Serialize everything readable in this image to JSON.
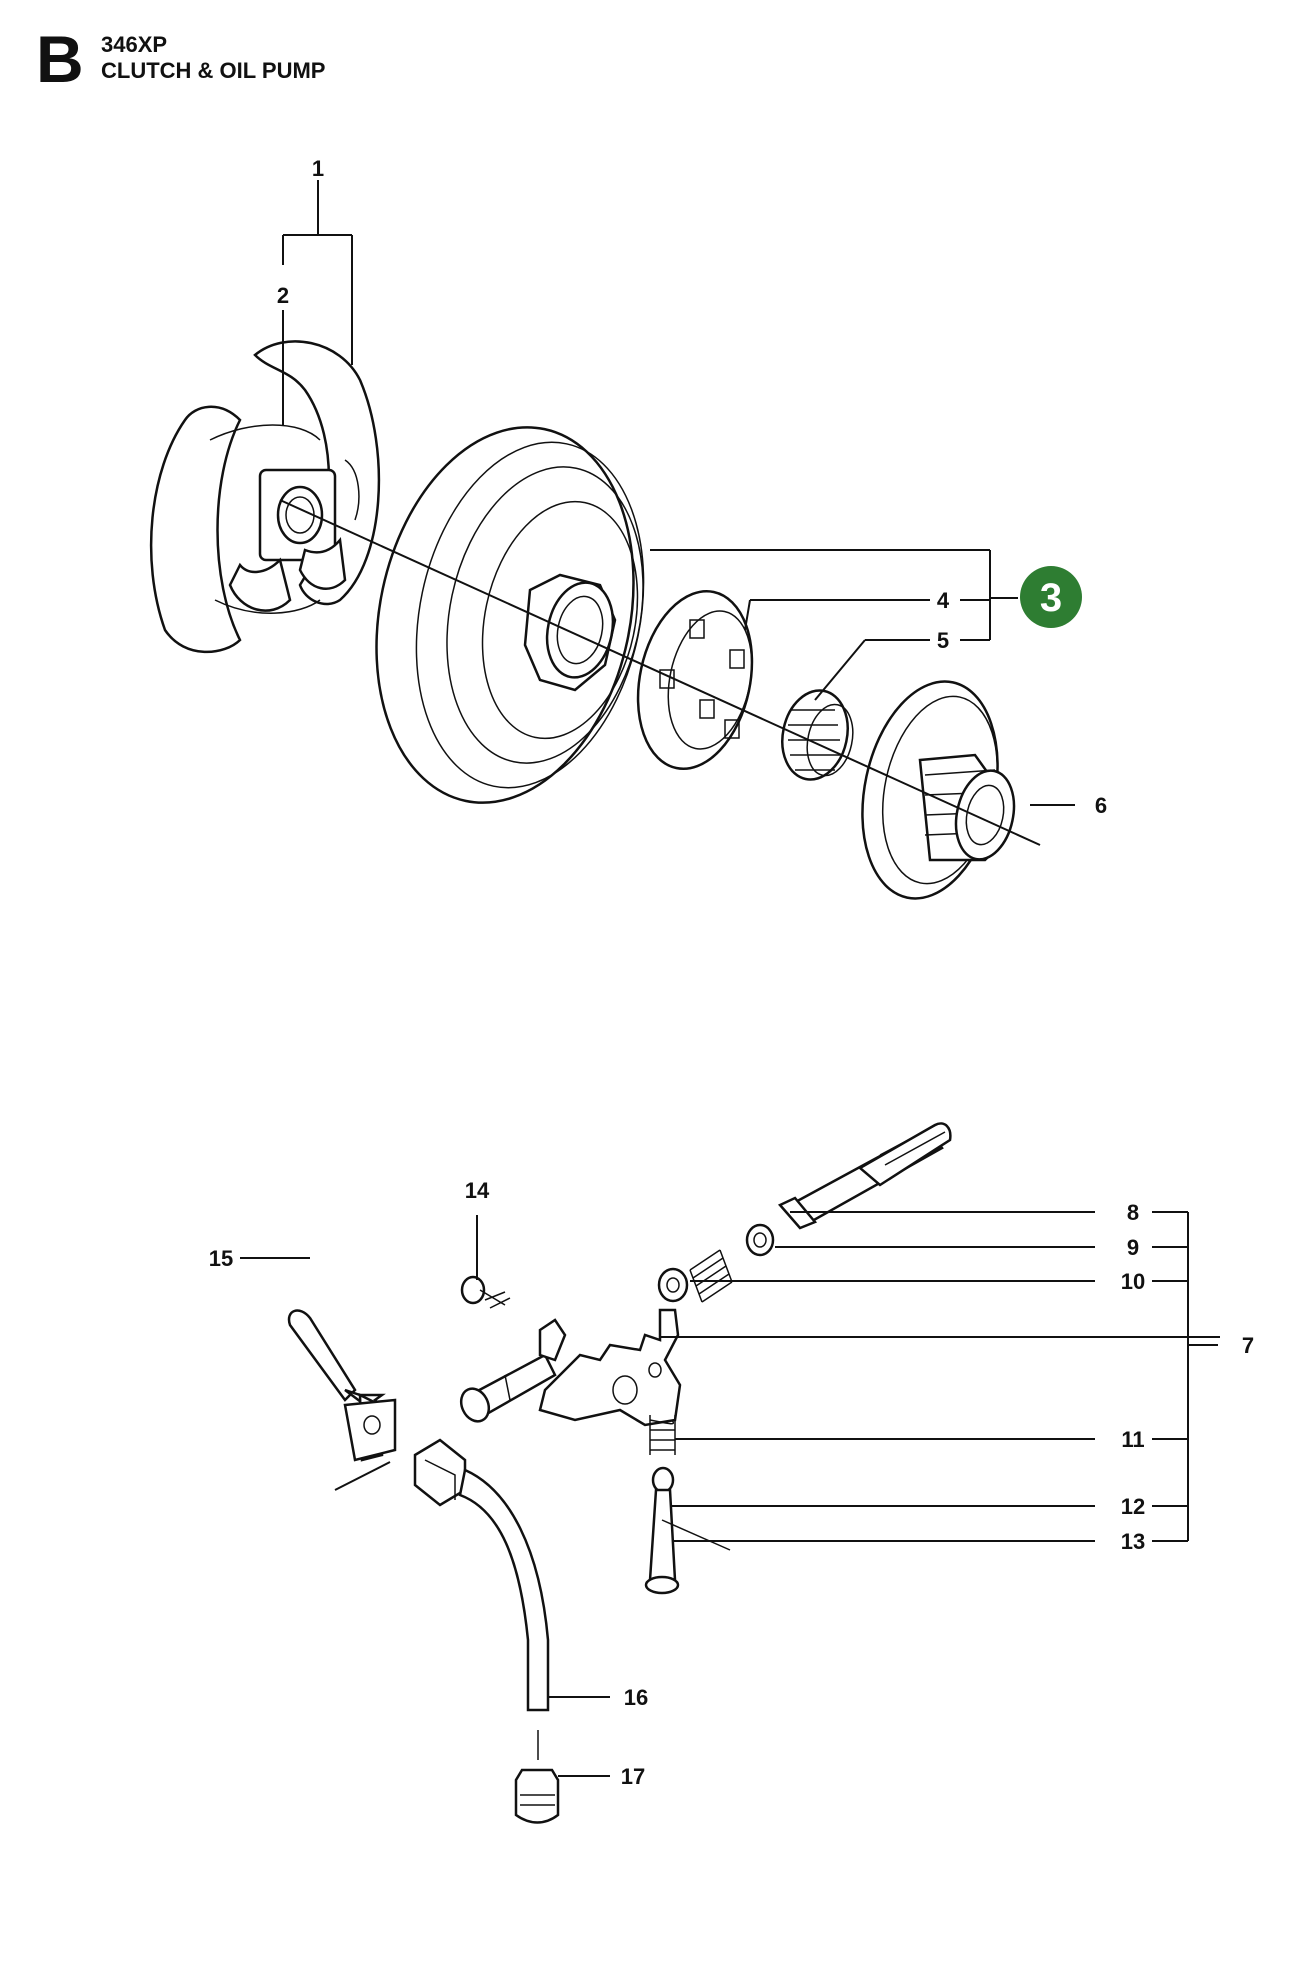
{
  "header": {
    "section_letter": "B",
    "model": "346XP",
    "title": "CLUTCH & OIL PUMP"
  },
  "colors": {
    "badge": "#2e7d32",
    "line": "#111111"
  },
  "callouts": {
    "c1": "1",
    "c2": "2",
    "c3": "3",
    "c4": "4",
    "c5": "5",
    "c6": "6",
    "c7": "7",
    "c8": "8",
    "c9": "9",
    "c10": "10",
    "c11": "11",
    "c12": "12",
    "c13": "13",
    "c14": "14",
    "c15": "15",
    "c16": "16",
    "c17": "17"
  }
}
